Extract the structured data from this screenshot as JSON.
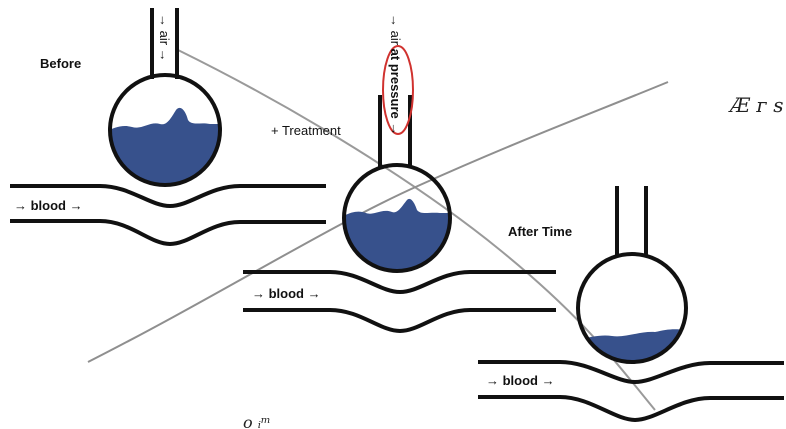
{
  "labels": {
    "before": "Before",
    "treatment": "+ Treatment",
    "after_time": "After Time",
    "air_tube": "→ air →",
    "air_pressure_prefix": "→ air ",
    "air_pressure_highlight": "at pressure",
    "air_pressure_suffix": " →",
    "blood": "→ blood →",
    "scribble_right": "Æ ᴦ s",
    "scribble_bottom": "o ᵢᵐ"
  },
  "colors": {
    "liquid": "#37518c",
    "outline": "#111111",
    "highlight_ring": "#d0322f",
    "faint_line": "#8f8f8f"
  }
}
